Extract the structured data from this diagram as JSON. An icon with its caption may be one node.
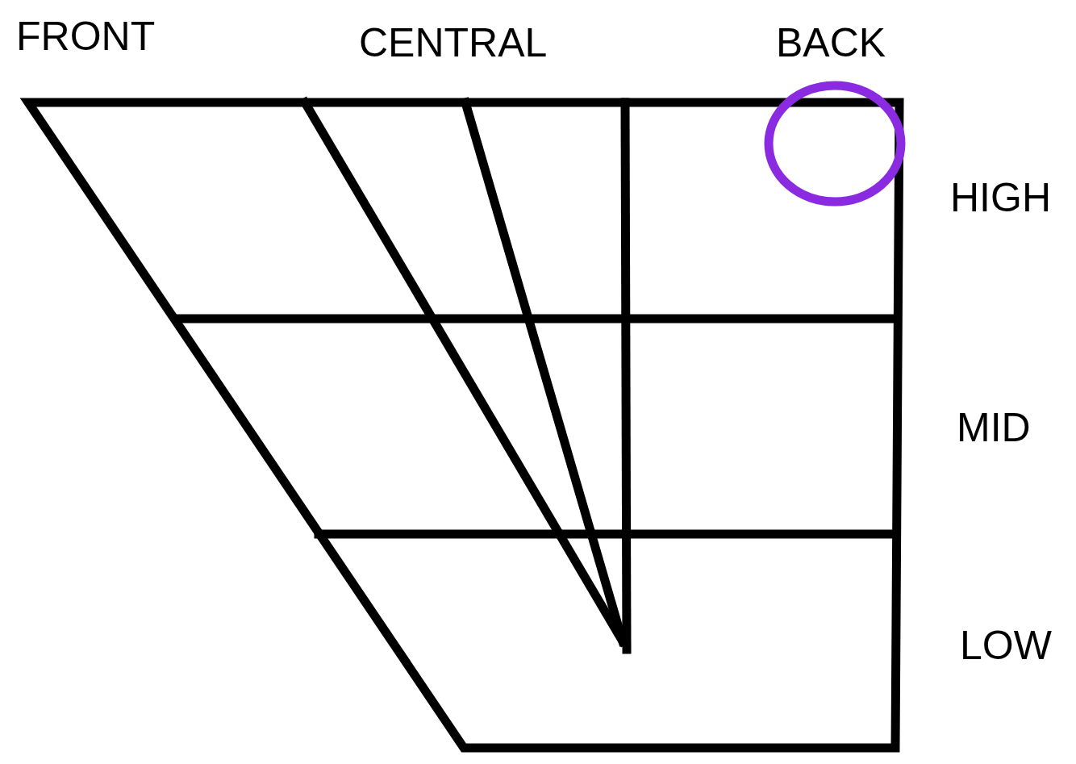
{
  "diagram": {
    "labels": [
      "FRONT",
      "CENTRAL",
      "BACK",
      "HIGH",
      "MID",
      "LOW"
    ]
  }
}
